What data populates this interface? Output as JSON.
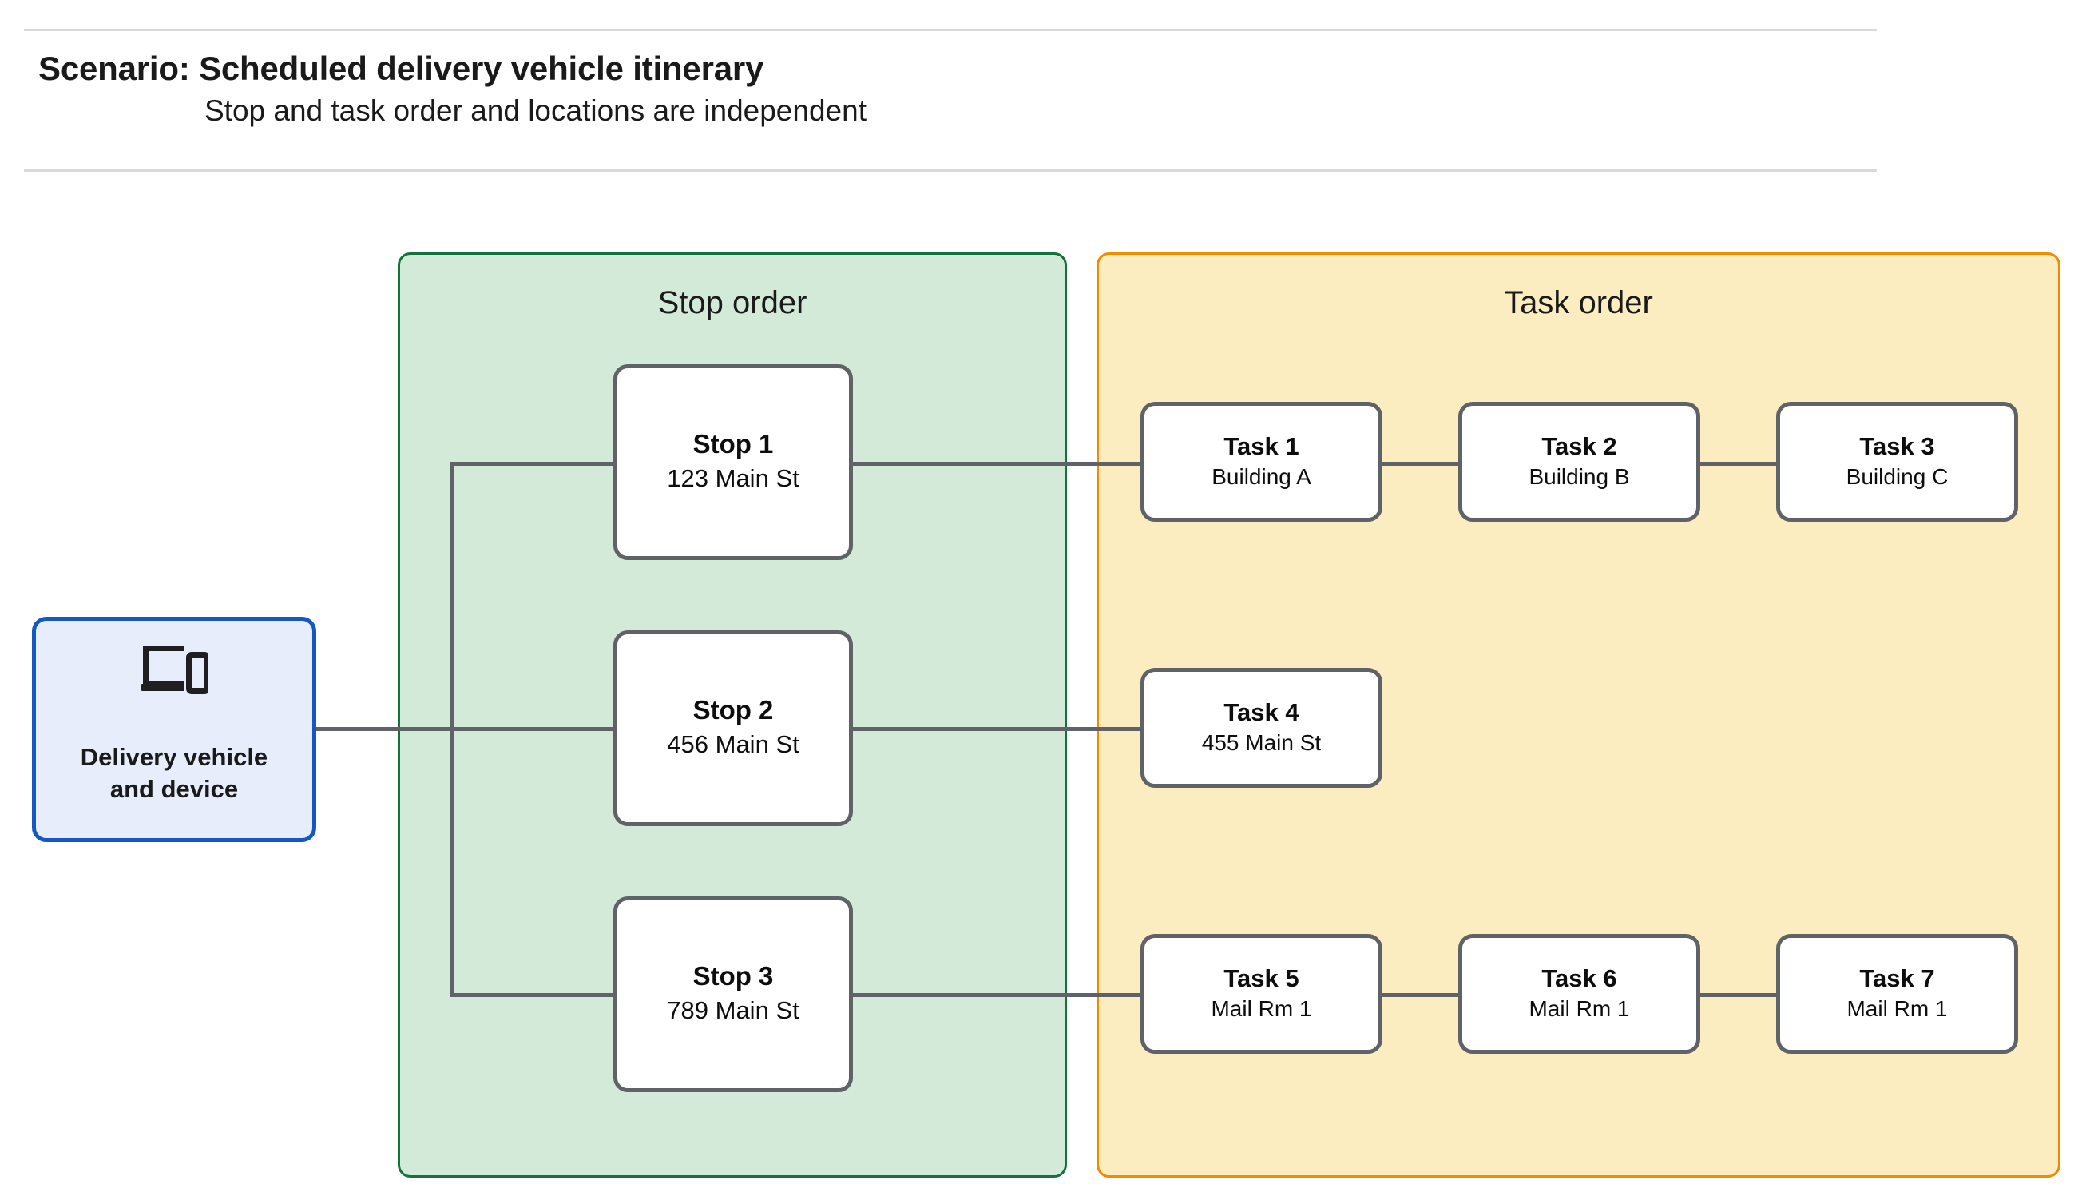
{
  "header": {
    "title": "Scenario: Scheduled delivery vehicle itinerary",
    "subtitle": "Stop and task order and locations are independent"
  },
  "source_node": {
    "label_line1": "Delivery vehicle",
    "label_line2": "and device",
    "icon": "devices-icon",
    "fill_color": "#e7edfb",
    "border_color": "#1458c4"
  },
  "stop_panel": {
    "title": "Stop order",
    "fill_color": "#d3ead9",
    "border_color": "#13733b",
    "stops": [
      {
        "name": "Stop 1",
        "address": "123 Main St"
      },
      {
        "name": "Stop 2",
        "address": "456 Main St"
      },
      {
        "name": "Stop 3",
        "address": "789 Main St"
      }
    ]
  },
  "task_panel": {
    "title": "Task order",
    "fill_color": "#fcedc0",
    "border_color": "#f08c00",
    "rows": [
      {
        "tasks": [
          {
            "name": "Task 1",
            "location": "Building A"
          },
          {
            "name": "Task 2",
            "location": "Building B"
          },
          {
            "name": "Task 3",
            "location": "Building C"
          }
        ]
      },
      {
        "tasks": [
          {
            "name": "Task 4",
            "location": "455 Main St"
          }
        ]
      },
      {
        "tasks": [
          {
            "name": "Task 5",
            "location": "Mail Rm 1"
          },
          {
            "name": "Task 6",
            "location": "Mail Rm 1"
          },
          {
            "name": "Task 7",
            "location": "Mail Rm 1"
          }
        ]
      }
    ]
  },
  "connector_color": "#5f6368",
  "rule_color": "#d9d9d9"
}
